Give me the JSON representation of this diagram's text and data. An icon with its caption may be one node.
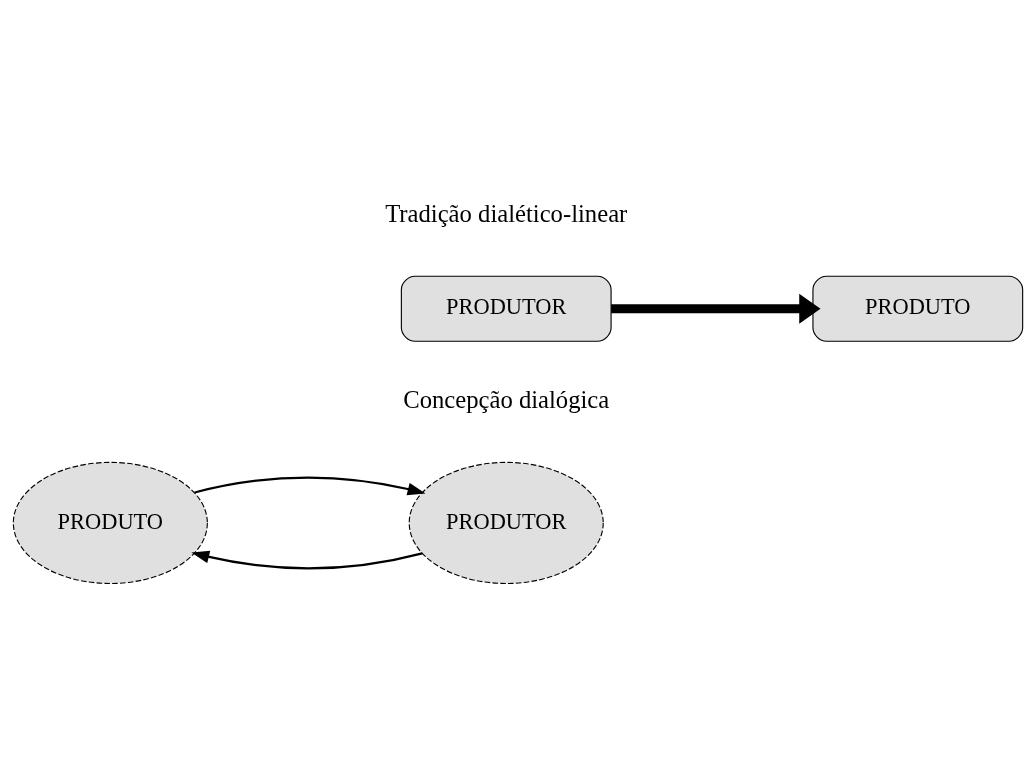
{
  "diagram": {
    "nodes": [
      {
        "text": [
          "PRODUTOR"
        ]
      },
      {
        "text": [
          "PRODUTO"
        ]
      },
      {
        "text": [
          "PRODUTOR"
        ]
      },
      {
        "text": [
          "PRODUTO"
        ]
      }
    ],
    "edges": [
      {
        "from": 0,
        "to": 1,
        "arrow": "to",
        "style": "thick"
      },
      {
        "from": 2,
        "to": 3,
        "arrow": "to"
      },
      {
        "from": 3,
        "to": 2,
        "arrow": "to"
      }
    ],
    "labels": [
      "Tradição dialético-linear",
      "Concepção dialógica"
    ]
  }
}
